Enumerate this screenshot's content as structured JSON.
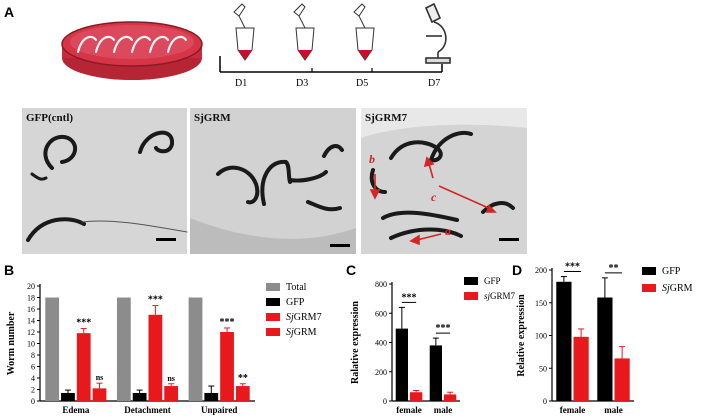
{
  "panel_letters": {
    "a": "A",
    "b": "B",
    "c": "C",
    "d": "D"
  },
  "timeline": {
    "days": [
      "D1",
      "D3",
      "D5",
      "D7"
    ]
  },
  "micrographs": [
    {
      "label": "GFP(cntl)"
    },
    {
      "label": "SjGRM"
    },
    {
      "label": "SjGRM7",
      "arrow_labels": [
        "b",
        "c",
        "a"
      ]
    }
  ],
  "colors": {
    "total": "#8c8c8c",
    "gfp": "#000000",
    "sjgrm7": "#e8191c",
    "sjgrm": "#1f4fa8",
    "dish": "#d63447",
    "sig": "#000000",
    "arrow": "#d42424"
  },
  "chart_data": [
    {
      "panel": "B",
      "type": "bar",
      "ylabel": "Worm number",
      "ylim": [
        0,
        20
      ],
      "yticks": [
        0,
        2,
        4,
        6,
        8,
        10,
        12,
        14,
        16,
        18,
        20
      ],
      "categories": [
        "Edema",
        "Detachment",
        "Unpaired"
      ],
      "series": [
        {
          "name": "Total",
          "values": [
            18,
            18,
            18
          ],
          "errors": [
            0,
            0,
            0
          ]
        },
        {
          "name": "GFP",
          "values": [
            1.4,
            1.4,
            1.4
          ],
          "errors": [
            0.5,
            0.5,
            1.2
          ]
        },
        {
          "name": "SjGRM7",
          "values": [
            11.8,
            15,
            12
          ],
          "errors": [
            0.8,
            1.6,
            0.7
          ]
        },
        {
          "name": "SjGRM",
          "values": [
            2.2,
            2.6,
            2.6
          ],
          "errors": [
            0.9,
            0.4,
            0.4
          ]
        }
      ],
      "significance": [
        {
          "category": "Edema",
          "series": "SjGRM7",
          "text": "***"
        },
        {
          "category": "Edema",
          "series": "SjGRM",
          "text": "ns"
        },
        {
          "category": "Detachment",
          "series": "SjGRM7",
          "text": "***"
        },
        {
          "category": "Detachment",
          "series": "SjGRM",
          "text": "ns"
        },
        {
          "category": "Unpaired",
          "series": "SjGRM7",
          "text": "***"
        },
        {
          "category": "Unpaired",
          "series": "SjGRM",
          "text": "**"
        }
      ],
      "legend": "right"
    },
    {
      "panel": "C",
      "type": "bar",
      "ylabel": "Ralative expression",
      "ylim": [
        0,
        800
      ],
      "yticks": [
        0,
        200,
        400,
        600,
        800
      ],
      "categories": [
        "female",
        "male"
      ],
      "series": [
        {
          "name": "GFP",
          "values": [
            495,
            380
          ],
          "errors": [
            145,
            50
          ]
        },
        {
          "name": "sjGRM7",
          "values": [
            60,
            45
          ],
          "errors": [
            12,
            15
          ]
        }
      ],
      "significance": [
        {
          "category": "female",
          "text": "***"
        },
        {
          "category": "male",
          "text": "***"
        }
      ],
      "legend": "right"
    },
    {
      "panel": "D",
      "type": "bar",
      "ylabel": "Relative expression",
      "ylim": [
        0,
        200
      ],
      "yticks": [
        0,
        50,
        100,
        150,
        200
      ],
      "categories": [
        "female",
        "male"
      ],
      "series": [
        {
          "name": "GFP",
          "values": [
            182,
            158
          ],
          "errors": [
            8,
            30
          ]
        },
        {
          "name": "SjGRM",
          "values": [
            98,
            65
          ],
          "errors": [
            12,
            18
          ]
        }
      ],
      "significance": [
        {
          "category": "female",
          "text": "***"
        },
        {
          "category": "male",
          "text": "**"
        }
      ],
      "legend": "right"
    }
  ]
}
